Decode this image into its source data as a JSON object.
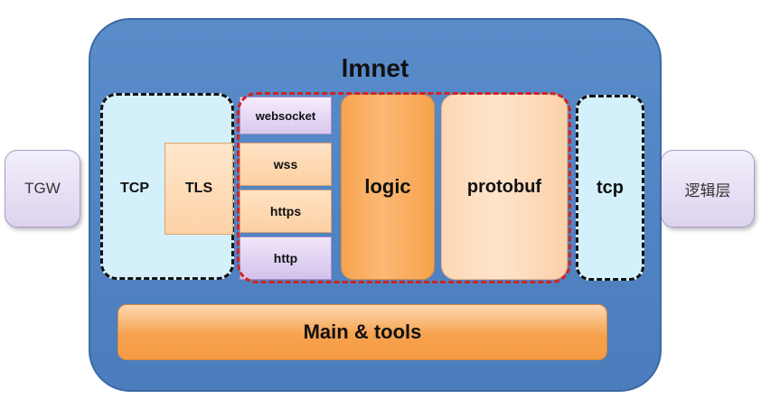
{
  "diagram": {
    "title": "lmnet",
    "left_node": "TGW",
    "right_node": "逻辑层",
    "tcp_block": "TCP",
    "tls": "TLS",
    "protocols": [
      "websocket",
      "wss",
      "https",
      "http"
    ],
    "logic": "logic",
    "protobuf": "protobuf",
    "tcp_right": "tcp",
    "bottom_bar": "Main & tools"
  }
}
